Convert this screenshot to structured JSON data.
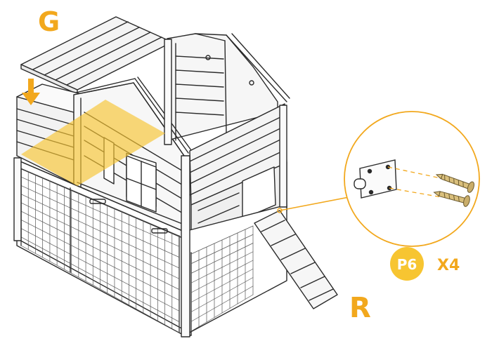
{
  "labels": {
    "part_g": "G",
    "part_r": "R",
    "hardware_code": "P6",
    "hardware_qty": "X4"
  },
  "colors": {
    "accent": "#F7C531",
    "accent_dark": "#E8A317",
    "line": "#2a2a2a",
    "panel_fill": "#f4f4f4",
    "screw": "#c9ad6a"
  },
  "icons": [
    "down-arrow-icon",
    "hinge-icon",
    "screw-icon"
  ]
}
